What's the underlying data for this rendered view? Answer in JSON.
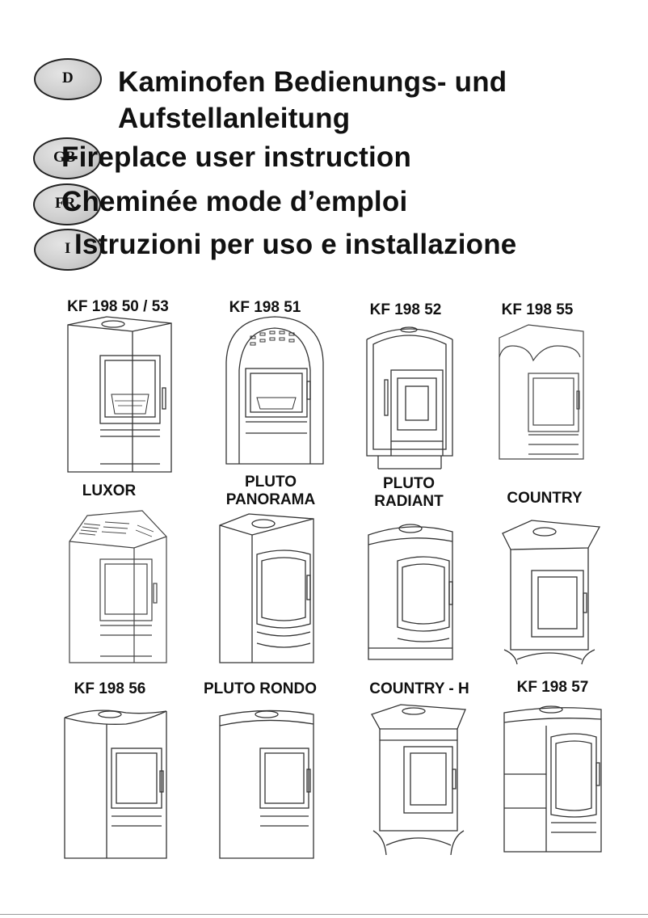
{
  "languages": [
    {
      "code": "D",
      "title_lines": [
        "Kaminofen Bedienungs- und",
        "Aufstellanleitung"
      ]
    },
    {
      "code": "GB",
      "title_lines": [
        "Fireplace user instruction"
      ]
    },
    {
      "code": "FR",
      "title_lines": [
        "Cheminée mode d’emploi"
      ]
    },
    {
      "code": "I",
      "title_lines": [
        "Istruzioni per uso e installazione"
      ]
    }
  ],
  "products": [
    {
      "label": "KF 198 50 / 53",
      "style": "box-simple"
    },
    {
      "label": "KF 198 51",
      "style": "arch-vented"
    },
    {
      "label": "KF 198 52",
      "style": "arch-tall"
    },
    {
      "label": "KF 198 55",
      "style": "arch-soft"
    },
    {
      "label": "LUXOR",
      "style": "vented-cap"
    },
    {
      "label": "PLUTO PANORAMA",
      "style": "round-panorama"
    },
    {
      "label": "PLUTO RADIANT",
      "style": "round-radiant"
    },
    {
      "label": "COUNTRY",
      "style": "country-legs"
    },
    {
      "label": "KF 198 56",
      "style": "wave-top"
    },
    {
      "label": "PLUTO RONDO",
      "style": "round-rondo"
    },
    {
      "label": "COUNTRY - H",
      "style": "country-tall"
    },
    {
      "label": "KF 198 57",
      "style": "round-tiles"
    }
  ]
}
